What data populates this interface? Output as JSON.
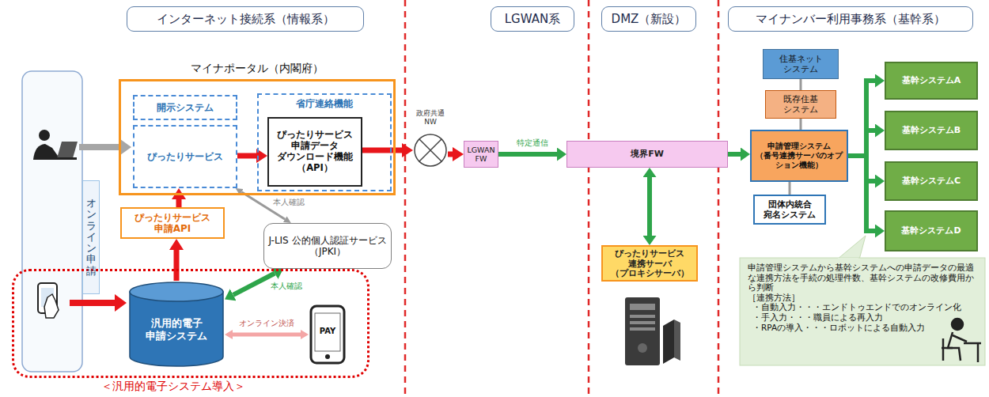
{
  "diagram": {
    "nodes": [
      {
        "text": [
          "インターネット接続系（情報系）"
        ]
      },
      {
        "text": [
          "LGWAN系"
        ]
      },
      {
        "text": [
          "DMZ（新設）"
        ]
      },
      {
        "text": [
          "マイナンバー利用事務系（基幹系）"
        ]
      },
      {
        "text": [
          "マイナポータル（内閣府）"
        ]
      },
      {
        "text": [
          "開示システム"
        ],
        "in": 4
      },
      {
        "text": [
          "ぴったりサービス"
        ],
        "in": 4
      },
      {
        "text": [
          "省庁連絡機能"
        ],
        "in": 4
      },
      {
        "text": [
          "ぴったりサービス 申請データ ダウンロード機能 （API）"
        ],
        "in": 7
      },
      {
        "text": [
          "政府共通NW"
        ]
      },
      {
        "text": [
          "LGWAN FW"
        ]
      },
      {
        "text": [
          "境界FW"
        ]
      },
      {
        "text": [
          "ぴったりサービス 連携サーバ （プロキシサーバ）"
        ]
      },
      {
        "text": [
          "住基ネット システム"
        ]
      },
      {
        "text": [
          "既存住基 システム"
        ]
      },
      {
        "text": [
          "申請管理システム （番号連携サーバのオプション機能）"
        ]
      },
      {
        "text": [
          "団体内統合 宛名システム"
        ]
      },
      {
        "text": [
          "基幹システムA"
        ]
      },
      {
        "text": [
          "基幹システムB"
        ]
      },
      {
        "text": [
          "基幹システムC"
        ]
      },
      {
        "text": [
          "基幹システムD"
        ]
      },
      {
        "text": [
          "申請管理システムから基幹システムへの申請データの最適な連携方法を手続の処理件数、基幹システムの改修費用から判断",
          "［連携方法］",
          "・自動入力・・・エンドトゥエンドでのオンライン化",
          "・手入力・・・職員による再入力",
          "・RPAの導入・・・ロボットによる自動入力"
        ]
      },
      {
        "text": [
          "オンライン申請"
        ]
      },
      {
        "text": [
          "ぴったりサービス 申請API"
        ]
      },
      {
        "text": [
          "J-LIS 公的個人認証サービス （JPKI）"
        ]
      },
      {
        "text": [
          "＜汎用的電子システム導入＞"
        ]
      },
      {
        "text": [
          "汎用的電子 申請システム"
        ],
        "in": 25
      },
      {
        "text": [
          "PAY"
        ],
        "in": 25
      }
    ],
    "edges": [
      {
        "from": 6,
        "to": 8,
        "arrow": "to"
      },
      {
        "from": 8,
        "to": 9,
        "arrow": "to"
      },
      {
        "from": 9,
        "to": 10,
        "arrow": "to"
      },
      {
        "from": 10,
        "to": 11,
        "label": "特定通信",
        "arrow": "to"
      },
      {
        "from": 11,
        "to": 12,
        "arrow": "both"
      },
      {
        "from": 11,
        "to": 15,
        "arrow": "to"
      },
      {
        "from": 13,
        "to": 14,
        "arrow": "none"
      },
      {
        "from": 14,
        "to": 15,
        "arrow": "none"
      },
      {
        "from": 16,
        "to": 15,
        "arrow": "none"
      },
      {
        "from": 15,
        "to": 17,
        "arrow": "to"
      },
      {
        "from": 15,
        "to": 18,
        "arrow": "to"
      },
      {
        "from": 15,
        "to": 19,
        "arrow": "to"
      },
      {
        "from": 15,
        "to": 20,
        "arrow": "to"
      },
      {
        "from": 23,
        "to": 6,
        "arrow": "to"
      },
      {
        "from": 26,
        "to": 23,
        "arrow": "to"
      },
      {
        "from": 6,
        "to": 24,
        "label": "本人確認",
        "arrow": "both"
      },
      {
        "from": 24,
        "to": 26,
        "label": "本人確認",
        "arrow": "both"
      },
      {
        "from": 26,
        "to": 27,
        "label": "オンライン決済",
        "arrow": "both"
      }
    ]
  }
}
